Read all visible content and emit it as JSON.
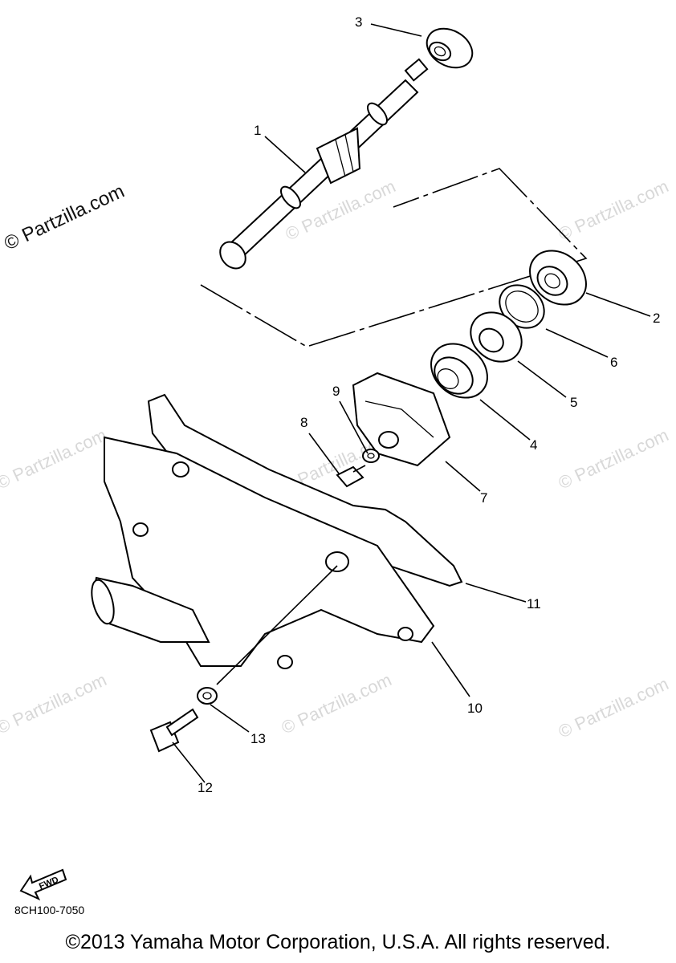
{
  "watermark": {
    "main": "© Partzilla.com",
    "faint": "© Partzilla.com"
  },
  "callouts": [
    "1",
    "2",
    "3",
    "4",
    "5",
    "6",
    "7",
    "8",
    "9",
    "10",
    "11",
    "12",
    "13"
  ],
  "fwd_label": "FWD",
  "drawing_code": "8CH100-7050",
  "copyright": "©2013  Yamaha Motor Corporation, U.S.A. All rights reserved."
}
